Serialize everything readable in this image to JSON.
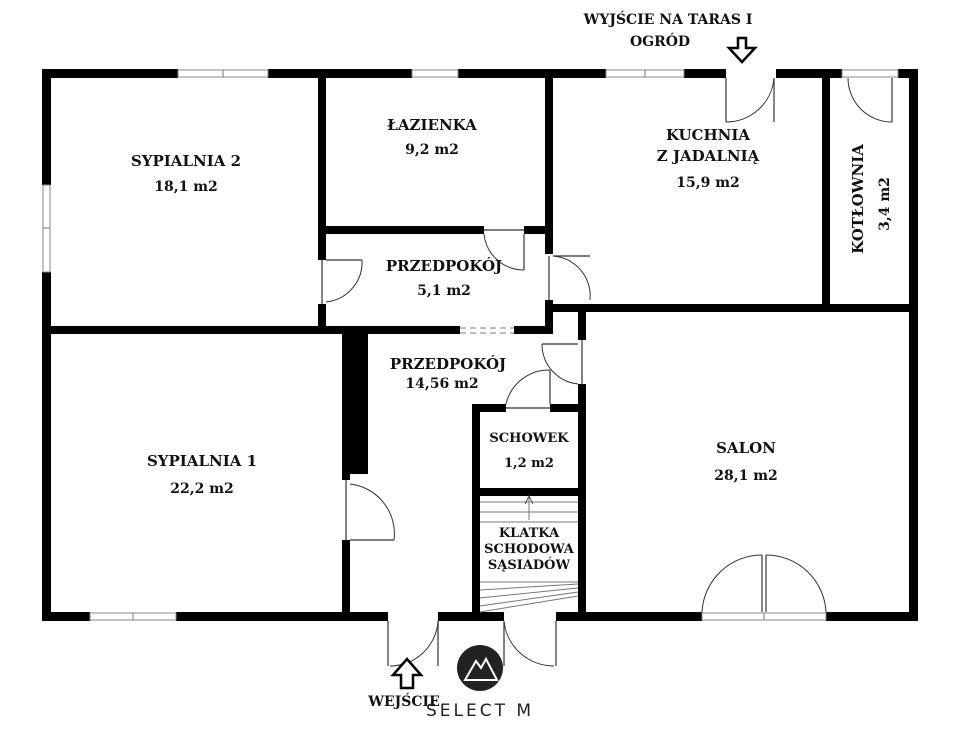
{
  "rooms": {
    "sypialnia2": {
      "name": "SYPIALNIA 2",
      "area": "18,1 m2"
    },
    "lazienka": {
      "name": "ŁAZIENKA",
      "area": "9,2 m2"
    },
    "kuchnia": {
      "name_line1": "KUCHNIA",
      "name_line2": "Z JADALNIĄ",
      "area": "15,9 m2"
    },
    "kotlownia": {
      "name": "KOTŁOWNIA",
      "area": "3,4 m2"
    },
    "przedpokoj_small": {
      "name": "PRZEDPOKÓJ",
      "area": "5,1 m2"
    },
    "przedpokoj_large": {
      "name": "PRZEDPOKÓJ",
      "area": "14,56 m2"
    },
    "sypialnia1": {
      "name": "SYPIALNIA 1",
      "area": "22,2 m2"
    },
    "schowek": {
      "name": "SCHOWEK",
      "area": "1,2 m2"
    },
    "klatka": {
      "line1": "KLATKA",
      "line2": "SCHODOWA",
      "line3": "SĄSIADÓW"
    },
    "salon": {
      "name": "SALON",
      "area": "28,1 m2"
    }
  },
  "labels": {
    "terrace_exit_line1": "WYJŚCIE NA TARAS I",
    "terrace_exit_line2": "OGRÓD",
    "entrance": "WEJŚCIE"
  },
  "brand": {
    "name": "SELECT M",
    "logo_icon": "mountain-logo-icon"
  },
  "icons": {
    "terrace_arrow": "arrow-down-icon",
    "entrance_arrow": "arrow-up-icon"
  },
  "colors": {
    "walls": "#000000",
    "background": "#ffffff"
  }
}
